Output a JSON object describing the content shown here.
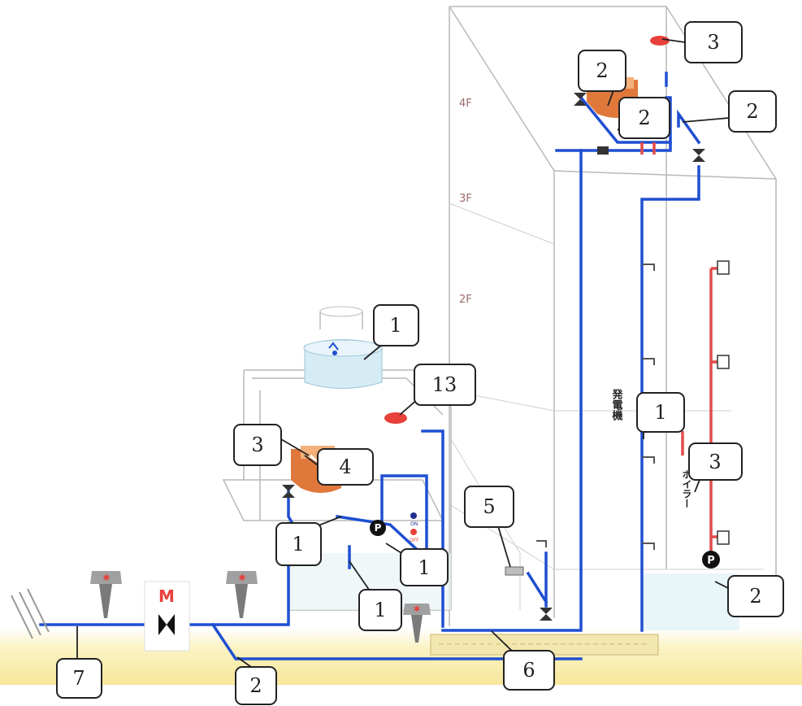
{
  "floors": {
    "f4": "4F",
    "f3": "3F",
    "f2": "2F"
  },
  "labels": {
    "generator": "発電機",
    "boiler": "ボイラー",
    "on": "ON",
    "off": "OFF",
    "pump": "P",
    "meter": "M"
  },
  "callouts": [
    {
      "id": "c3-top",
      "text": "3"
    },
    {
      "id": "c2-a",
      "text": "2"
    },
    {
      "id": "c2-b",
      "text": "2"
    },
    {
      "id": "c2-c",
      "text": "2"
    },
    {
      "id": "c1-tank",
      "text": "1"
    },
    {
      "id": "c13",
      "text": "13"
    },
    {
      "id": "c3-left",
      "text": "3"
    },
    {
      "id": "c4",
      "text": "4"
    },
    {
      "id": "c1-gen",
      "text": "1"
    },
    {
      "id": "c3-boiler",
      "text": "3"
    },
    {
      "id": "c5",
      "text": "5"
    },
    {
      "id": "c1-p",
      "text": "1"
    },
    {
      "id": "c1-valve",
      "text": "1"
    },
    {
      "id": "c1-low",
      "text": "1"
    },
    {
      "id": "c2-right",
      "text": "2"
    },
    {
      "id": "c7",
      "text": "7"
    },
    {
      "id": "c2-bottom",
      "text": "2"
    },
    {
      "id": "c6",
      "text": "6"
    }
  ],
  "colors": {
    "water_pipe": "#1f4fd1",
    "hot_pipe": "#e24b4b",
    "ground": "#fbf3c4",
    "tank_fill": "#d6ecf5",
    "heater": "#e0783c",
    "leak": "#e8403a",
    "hydrant": "#7a7a7a"
  }
}
